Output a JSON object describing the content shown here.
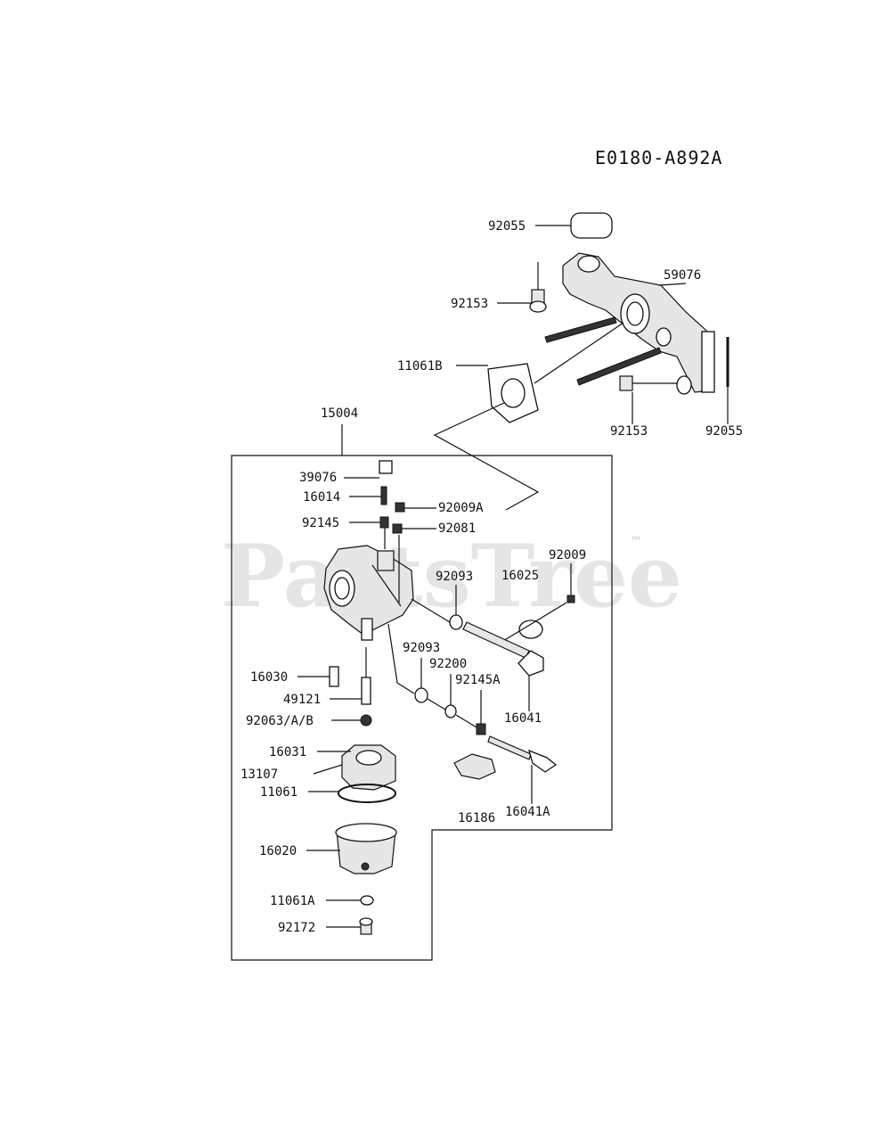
{
  "diagram_code": "E0180-A892A",
  "watermark": "PartsTree",
  "trademark": "™",
  "assembly_label": "15004",
  "labels": {
    "l92055_top": "92055",
    "l59076": "59076",
    "l92153_a": "92153",
    "l11061B": "11061B",
    "l92153_b": "92153",
    "l92055_side": "92055",
    "l39076": "39076",
    "l16014": "16014",
    "l92009A": "92009A",
    "l92145": "92145",
    "l92081": "92081",
    "l92009": "92009",
    "l92093_a": "92093",
    "l16025": "16025",
    "l92093_b": "92093",
    "l92200": "92200",
    "l16030": "16030",
    "l92145A": "92145A",
    "l49121": "49121",
    "l16041": "16041",
    "l92063": "92063/A/B",
    "l16031": "16031",
    "l13107": "13107",
    "l11061": "11061",
    "l16186": "16186",
    "l16041A": "16041A",
    "l16020": "16020",
    "l11061A": "11061A",
    "l92172": "92172"
  }
}
